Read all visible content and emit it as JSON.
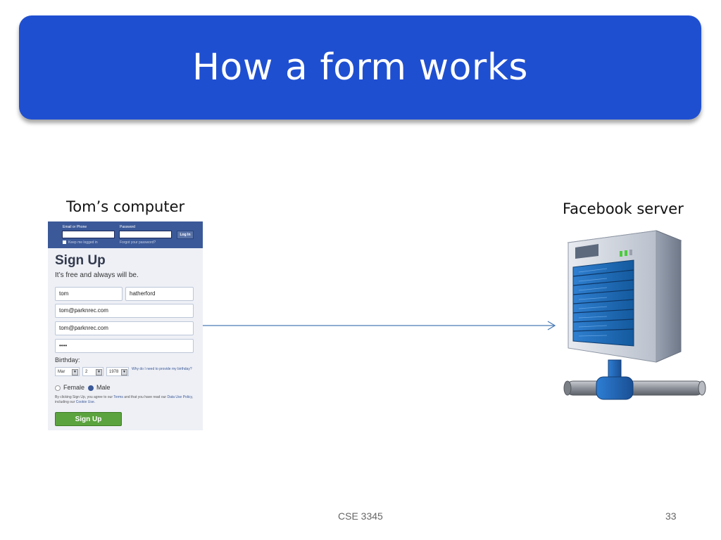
{
  "slide": {
    "title": "How a form works",
    "left_label": "Tom’s computer",
    "right_label": "Facebook server",
    "footer_course": "CSE 3345",
    "page_number": "33"
  },
  "facebook_form": {
    "email_label": "Email or Phone",
    "password_label": "Password",
    "login_button": "Log In",
    "keep_logged_in": "Keep me logged in",
    "forgot_password": "Forgot your password?",
    "signup_title": "Sign Up",
    "signup_subtitle": "It’s free and always will be.",
    "first_name": "tom",
    "last_name": "hatherford",
    "email": "tom@parknrec.com",
    "email_confirm": "tom@parknrec.com",
    "password_mask": "••••",
    "birthday_label": "Birthday:",
    "month": "Mar",
    "day": "2",
    "year": "1978",
    "why_birthday": "Why do I need to provide my birthday?",
    "gender_female": "Female",
    "gender_male": "Male",
    "selected_gender": "Male",
    "terms_intro": "By clicking Sign Up, you agree to our ",
    "terms_link": "Terms",
    "terms_mid": " and that you have read our ",
    "data_policy_link": "Data Use Policy",
    "terms_mid2": ", including our ",
    "cookie_link": "Cookie Use",
    "terms_end": ".",
    "signup_button": "Sign Up",
    "brand_color": "#3b5998",
    "button_color": "#5ba33e"
  },
  "icons": {
    "server": "server-tower-icon",
    "network": "network-pipe-icon",
    "arrow": "arrow-right-icon"
  },
  "colors": {
    "title_bar": "#1f4fd1",
    "arrow": "#4a7ab8"
  }
}
